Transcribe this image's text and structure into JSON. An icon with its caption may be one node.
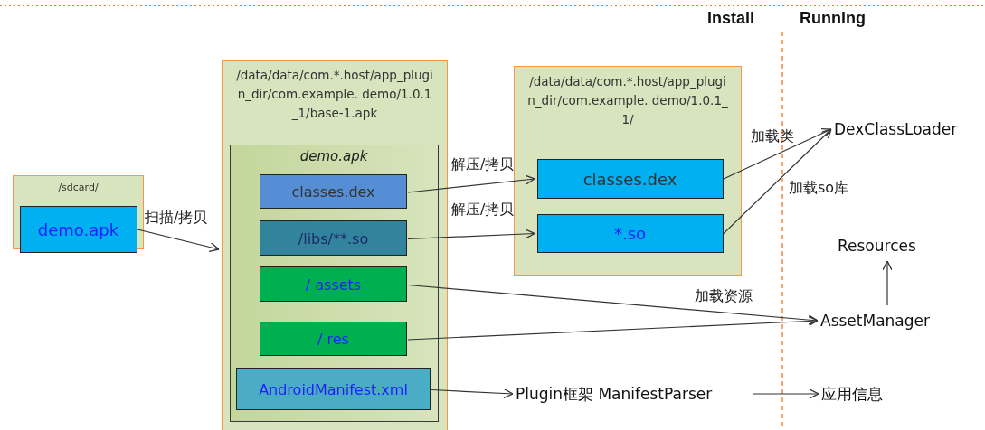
{
  "diagram": {
    "nodes": [
      {
        "text": [
          "/sdcard/"
        ]
      },
      {
        "text": [
          "demo.apk"
        ],
        "in": 0
      },
      {
        "text": [
          "/data/data/com.*.host/app_plugin_dir/com.example. demo/1.0.1_1/base-1.apk"
        ]
      },
      {
        "text": [
          "demo.apk"
        ],
        "in": 2
      },
      {
        "text": [
          "classes.dex"
        ],
        "in": 3
      },
      {
        "text": [
          "/libs/**.so"
        ],
        "in": 3
      },
      {
        "text": [
          "/ assets"
        ],
        "in": 3
      },
      {
        "text": [
          "/ res"
        ],
        "in": 3
      },
      {
        "text": [
          "AndroidManifest.xml"
        ],
        "in": 3
      },
      {
        "text": [
          "/data/data/com.*.host/app_plugin_dir/com.example. demo/1.0.1_1/"
        ]
      },
      {
        "text": [
          "classes.dex"
        ],
        "in": 9
      },
      {
        "text": [
          "*.so"
        ],
        "in": 9
      },
      {
        "text": [
          "DexClassLoader"
        ]
      },
      {
        "text": [
          "Resources"
        ]
      },
      {
        "text": [
          "AssetManager"
        ]
      },
      {
        "text": [
          "Plugin框架 ManifestParser"
        ]
      },
      {
        "text": [
          "应用信息"
        ]
      }
    ],
    "edges": [
      {
        "from": 1,
        "to": 2,
        "arrow": "to",
        "label": "扫描/拷贝"
      },
      {
        "from": 4,
        "to": 10,
        "arrow": "to",
        "label": "解压/拷贝"
      },
      {
        "from": 5,
        "to": 11,
        "arrow": "to",
        "label": "解压/拷贝"
      },
      {
        "from": 10,
        "to": 12,
        "arrow": "to",
        "label": "加载类"
      },
      {
        "from": 11,
        "to": 12,
        "arrow": "to",
        "label": "加载so库"
      },
      {
        "from": 6,
        "to": 14,
        "arrow": "to",
        "label": "加载资源"
      },
      {
        "from": 7,
        "to": 14,
        "arrow": "to"
      },
      {
        "from": 14,
        "to": 13,
        "arrow": "to"
      },
      {
        "from": 8,
        "to": 15,
        "arrow": "to"
      },
      {
        "from": 15,
        "to": 16,
        "arrow": "to"
      }
    ],
    "labels": [
      "Install",
      "Running"
    ]
  }
}
